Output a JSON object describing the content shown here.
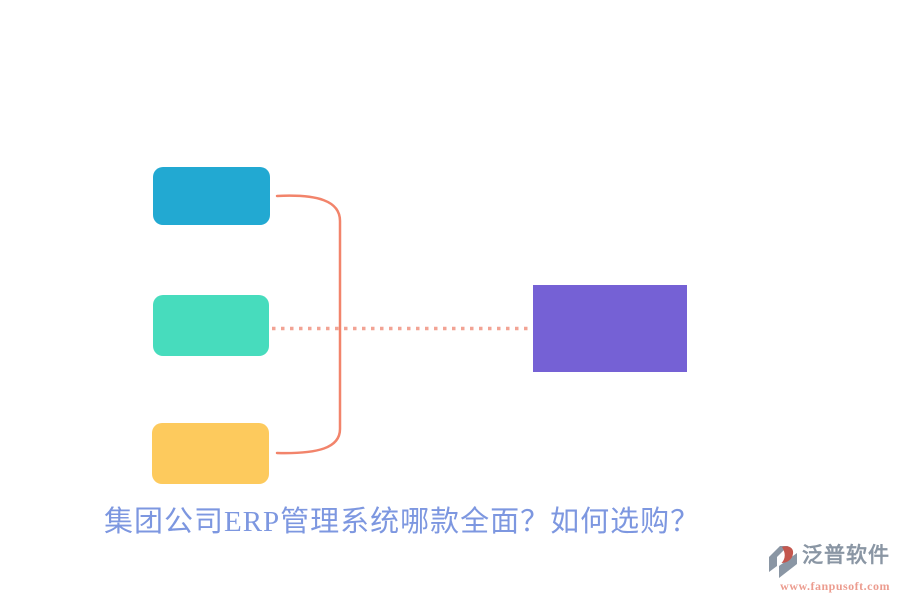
{
  "page": {
    "background": "#ffffff"
  },
  "title": {
    "text": "集团公司ERP管理系统哪款全面？如何选购？",
    "color": "#7D97E0"
  },
  "diagram": {
    "nodes": [
      {
        "id": "node-top",
        "label": "",
        "color": "#22A9D2"
      },
      {
        "id": "node-middle",
        "label": "",
        "color": "#47DCBD"
      },
      {
        "id": "node-bottom",
        "label": "",
        "color": "#FDCA5D"
      },
      {
        "id": "node-result",
        "label": "",
        "color": "#7561D5"
      }
    ],
    "connectors": {
      "bracket_color": "#F2846B",
      "dotted_color": "#F2A394"
    }
  },
  "watermark": {
    "brand": "泛普软件",
    "url": "www.fanpusoft.com",
    "brand_color": "#8A96A4",
    "url_color": "#EC9C8F",
    "logo_colors": {
      "gray": "#8A96A4",
      "red": "#C4574E"
    }
  }
}
